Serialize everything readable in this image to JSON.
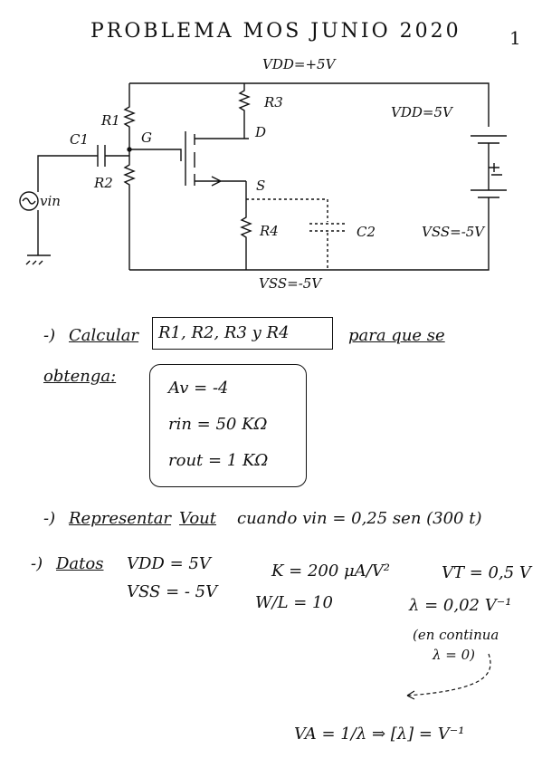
{
  "title": "PROBLEMA MOS JUNIO 2020",
  "page_number": "1",
  "circuit": {
    "vdd_top": "VDD=+5V",
    "vdd_side": "VDD=5V",
    "vss_side": "VSS=-5V",
    "vss_bottom": "VSS=-5V",
    "r1": "R1",
    "r2": "R2",
    "r3": "R3",
    "r4": "R4",
    "c1": "C1",
    "c2": "C2",
    "gate": "G",
    "drain": "D",
    "source": "S",
    "vin": "vin"
  },
  "task1": {
    "prefix": "-)",
    "verb": "Calcular",
    "resistors": "R1, R2, R3 y R4",
    "suffix": "para que se",
    "line2": "obtenga:"
  },
  "specs": {
    "av": "Av = -4",
    "rin": "rin = 50 KΩ",
    "rout": "rout = 1 KΩ"
  },
  "task2": {
    "prefix": "-)",
    "verb": "Representar",
    "target": "Vout",
    "rest": "cuando vin = 0,25 sen (300 t)"
  },
  "data": {
    "prefix": "-)",
    "label": "Datos",
    "vdd": "VDD = 5V",
    "vss": "VSS = - 5V",
    "k": "K = 200 μA/V²",
    "vt": "VT = 0,5 V",
    "wl": "W/L = 10",
    "lambda": "λ = 0,02 V⁻¹",
    "note_line1": "(en continua",
    "note_line2": "λ = 0)",
    "va": "VA = 1/λ ⇒ [λ] = V⁻¹"
  }
}
